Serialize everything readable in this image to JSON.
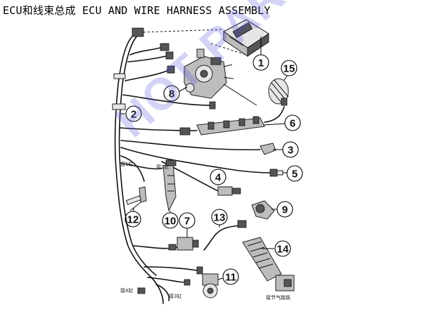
{
  "title": "ECU和线束总成 ECU AND WIRE HARNESS ASSEMBLY",
  "watermark": "HOT PARTS",
  "callouts": [
    {
      "num": "1"
    },
    {
      "num": "2"
    },
    {
      "num": "3"
    },
    {
      "num": "4"
    },
    {
      "num": "5"
    },
    {
      "num": "6"
    },
    {
      "num": "7"
    },
    {
      "num": "8"
    },
    {
      "num": "9"
    },
    {
      "num": "10"
    },
    {
      "num": "11"
    },
    {
      "num": "12"
    },
    {
      "num": "13"
    },
    {
      "num": "14"
    },
    {
      "num": "15"
    }
  ],
  "tags": {
    "tag1": "接1缸",
    "tag2": "接2缸",
    "tag3": "接3缸",
    "tag4": "接4缸",
    "tag_pedal": "接节气踏板"
  },
  "colors": {
    "watermark": "#5050dc",
    "line": "#111111",
    "part_fill": "#bdbdbd"
  }
}
